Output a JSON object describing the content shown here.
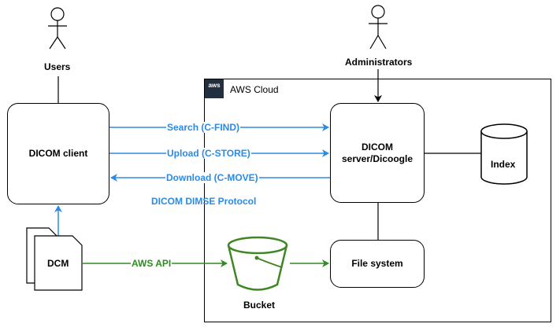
{
  "actors": {
    "users": "Users",
    "administrators": "Administrators"
  },
  "cloud": {
    "title": "AWS Cloud",
    "logo_text": "aws"
  },
  "nodes": {
    "dicom_client": "DICOM client",
    "dicom_server_line1": "DICOM",
    "dicom_server_line2": "server/Dicoogle",
    "index": "Index",
    "file_system": "File system",
    "bucket": "Bucket",
    "dcm": "DCM"
  },
  "edges": {
    "search": "Search (C-FIND)",
    "upload": "Upload (C-STORE)",
    "download": "Download (C-MOVE)",
    "protocol": "DICOM DIMSE Protocol",
    "aws_api": "AWS API"
  },
  "colors": {
    "dimse": "#2b8ae5",
    "aws_api": "#2d8c22",
    "bucket": "#3f8624"
  }
}
